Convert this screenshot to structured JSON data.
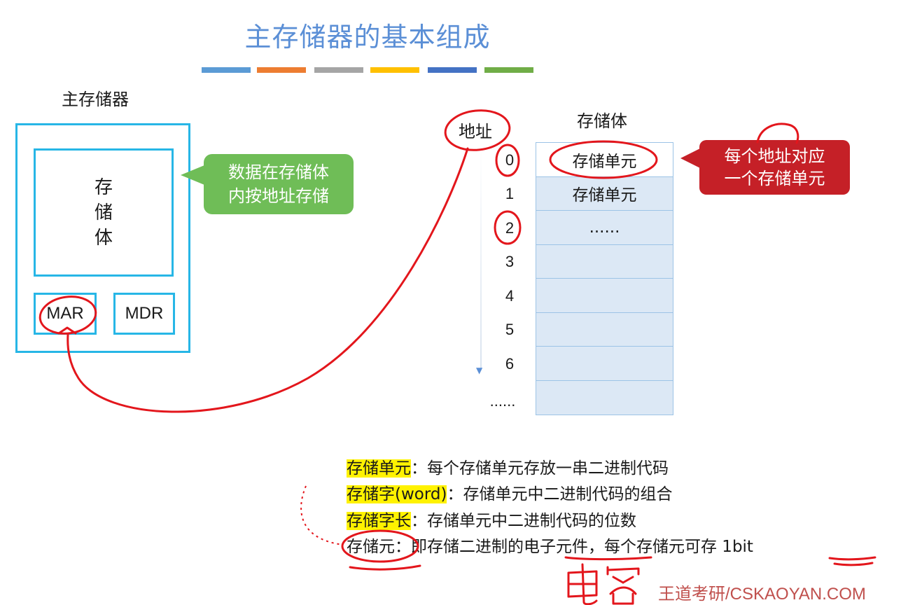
{
  "title": "主存储器的基本组成",
  "title_bar_colors": [
    "#5b9bd5",
    "#ed7d31",
    "#a5a5a5",
    "#ffc000",
    "#4472c4",
    "#70ad47"
  ],
  "main_memory": {
    "label": "主存储器",
    "storage_body": "存储体",
    "mar": "MAR",
    "mdr": "MDR"
  },
  "green_callout": {
    "line1": "数据在存储体",
    "line2": "内按地址存储"
  },
  "address": {
    "label": "地址",
    "values": [
      "0",
      "1",
      "2",
      "3",
      "4",
      "5",
      "6",
      "......"
    ]
  },
  "storage_cells": {
    "title": "存储体",
    "rows": [
      "存储单元",
      "存储单元",
      "......",
      "",
      "",
      "",
      "",
      ""
    ]
  },
  "red_callout": {
    "line1": "每个地址对应",
    "line2": "一个存储单元"
  },
  "definitions": [
    {
      "term": "存储单元",
      "text": "：每个存储单元存放一串二进制代码",
      "highlight": true
    },
    {
      "term": "存储字(word)",
      "text": "：存储单元中二进制代码的组合",
      "highlight": true
    },
    {
      "term": "存储字长",
      "text": "：存储单元中二进制代码的位数",
      "highlight": true
    },
    {
      "term": "存储元",
      "text": "：即存储二进制的电子元件，每个存储元可存 1bit",
      "highlight": false
    }
  ],
  "annotation": {
    "handwritten": "电容"
  },
  "logo": "王道考研/CSKAOYAN.COM",
  "colors": {
    "title": "#5b8fd6",
    "box_border": "#27b6e6",
    "green_callout": "#6fbd57",
    "red_callout": "#c52027",
    "highlight": "#fff200",
    "ink": "#e3161c"
  }
}
